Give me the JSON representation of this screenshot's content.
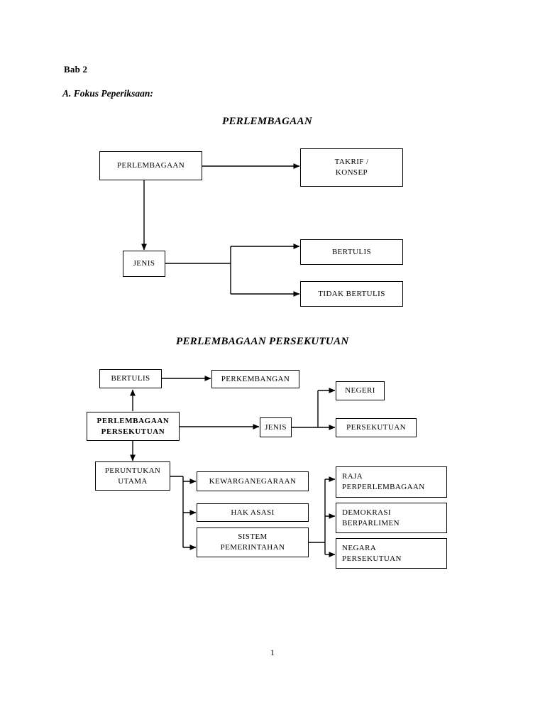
{
  "header": {
    "chapter": "Bab 2",
    "section": "A. Fokus Peperiksaan:"
  },
  "page_number": "1",
  "diagrams": [
    {
      "title": "PERLEMBAGAAN",
      "nodes": {
        "root": "PERLEMBAGAAN",
        "takrif": "TAKRIF /\nKONSEP",
        "jenis": "JENIS",
        "bertulis": "BERTULIS",
        "tidak_bertulis": "TIDAK BERTULIS"
      }
    },
    {
      "title": "PERLEMBAGAAN PERSEKUTUAN",
      "nodes": {
        "bertulis": "BERTULIS",
        "perkembangan": "PERKEMBANGAN",
        "root": "PERLEMBAGAAN\nPERSEKUTUAN",
        "jenis": "JENIS",
        "negeri": "NEGERI",
        "persekutuan": "PERSEKUTUAN",
        "peruntukan_utama": "PERUNTUKAN\nUTAMA",
        "kewarganegaraan": "KEWARGANEGARAAN",
        "hak_asasi": "HAK ASASI",
        "sistem_pemerintahan": "SISTEM\nPEMERINTAHAN",
        "raja": "RAJA\nPERPERLEMBAGAAN",
        "demokrasi": "DEMOKRASI\nBERPARLIMEN",
        "negara": "NEGARA\nPERSEKUTUAN"
      }
    }
  ],
  "colors": {
    "ink": "#000000",
    "paper": "#ffffff"
  }
}
